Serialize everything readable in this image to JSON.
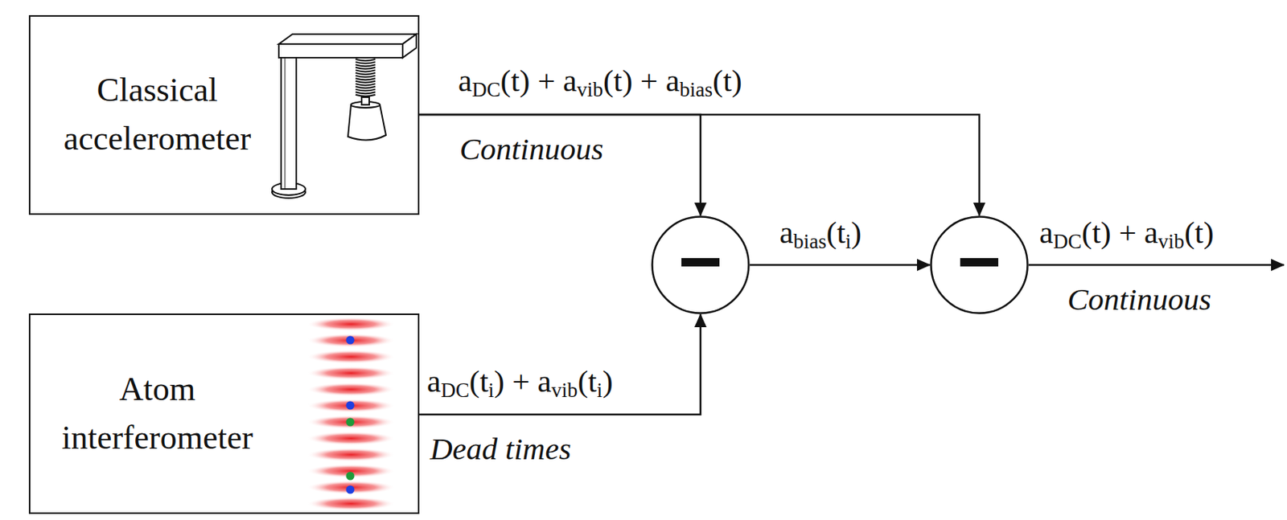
{
  "diagram": {
    "nodes": [
      {
        "text": [
          "Classical accelerometer"
        ]
      },
      {
        "text": [
          "Atom interferometer"
        ]
      },
      {
        "text": [
          "−"
        ]
      },
      {
        "text": [
          "−"
        ]
      }
    ],
    "edges": [
      {
        "from": 0,
        "to": 2,
        "arrow": "to",
        "label": "aDC(t) + avib(t) + abias(t)"
      },
      {
        "from": 0,
        "to": 3,
        "arrow": "to"
      },
      {
        "from": 1,
        "to": 2,
        "arrow": "to",
        "label": "aDC(ti) + avib(ti)"
      },
      {
        "from": 2,
        "to": 3,
        "arrow": "to",
        "label": "abias(ti)"
      }
    ],
    "labels": [
      "Continuous",
      "Dead times",
      "aDC(t) + avib(t)",
      "Continuous"
    ]
  }
}
